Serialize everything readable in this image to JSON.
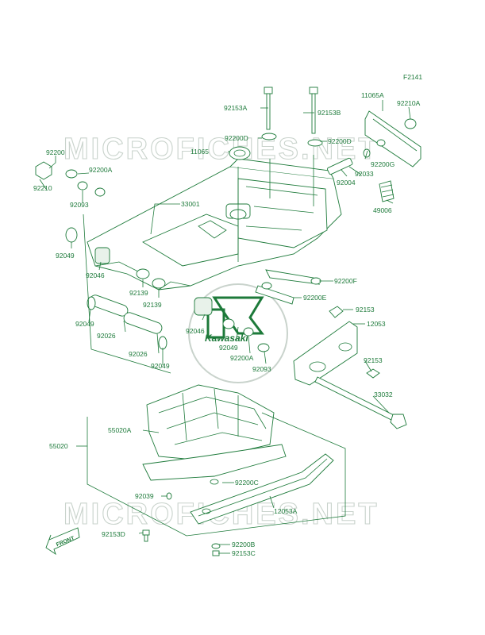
{
  "figure_code": "F2141",
  "watermark": "MICROFICHES.NET",
  "logo_text": "Kawasaki",
  "front_label": "FRONT",
  "colors": {
    "line": "#1d7a3a",
    "watermark": "#c9d3cc"
  },
  "part_labels": {
    "p92153A": "92153A",
    "p92153B": "92153B",
    "p11065A": "11065A",
    "p92210A": "92210A",
    "p92200D_l": "92200D",
    "p92200D_r": "92200D",
    "p11065": "11065",
    "p92200": "92200",
    "p92200A_t": "92200A",
    "p92210": "92210",
    "p92093_t": "92093",
    "p92200G": "92200G",
    "p92033": "92033",
    "p92004": "92004",
    "p49006": "49006",
    "p33001": "33001",
    "p92049_a": "92049",
    "p92046_a": "92046",
    "p92139_a": "92139",
    "p92139_b": "92139",
    "p92200F": "92200F",
    "p92200E": "92200E",
    "p92153_a": "92153",
    "p12053": "12053",
    "p92049_b": "92049",
    "p92026_a": "92026",
    "p92046_b": "92046",
    "p92049_c": "92049",
    "p92200A_b": "92200A",
    "p92093_b": "92093",
    "p92026_b": "92026",
    "p92049_d": "92049",
    "p92153_b": "92153",
    "p33032": "33032",
    "p55020A": "55020A",
    "p55020": "55020",
    "p92200C": "92200C",
    "p92039": "92039",
    "p12053A": "12053A",
    "p92153D": "92153D",
    "p92200B": "92200B",
    "p92153C": "92153C"
  }
}
